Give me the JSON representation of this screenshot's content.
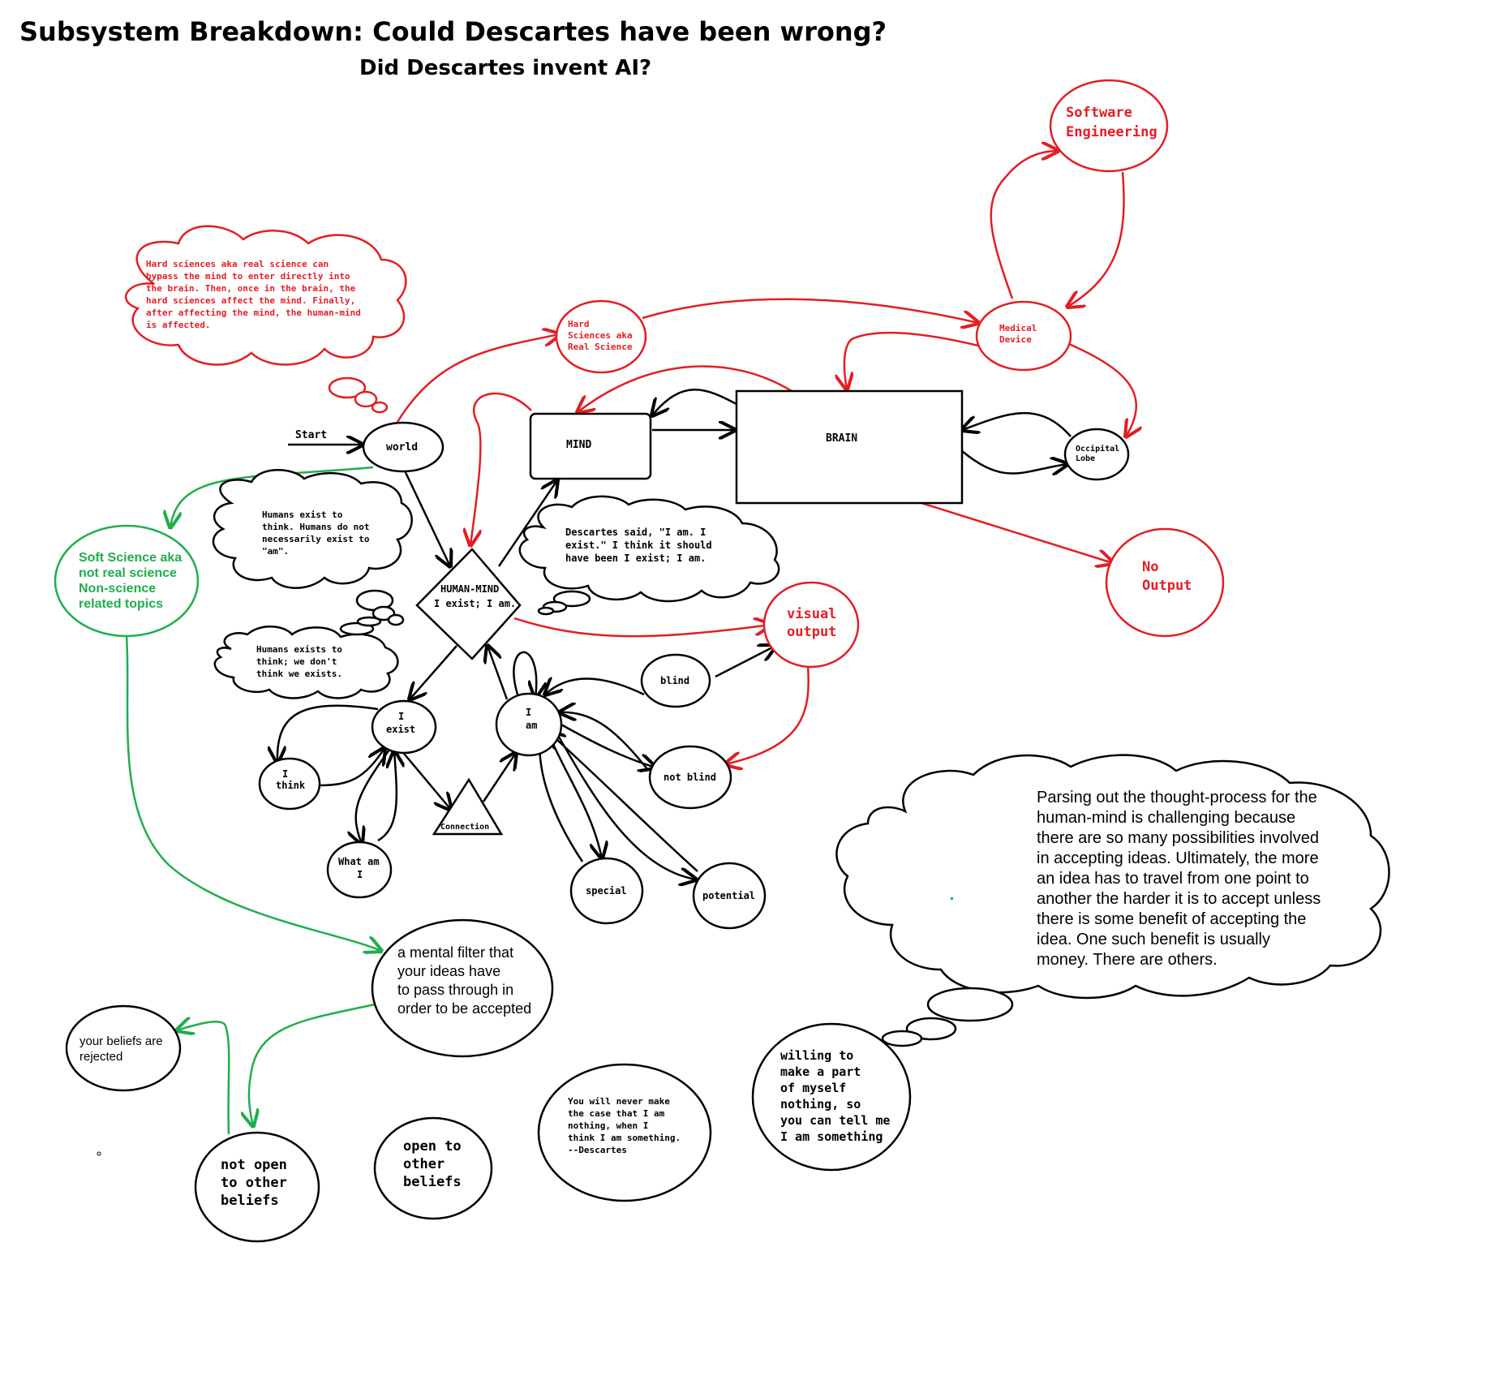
{
  "colors": {
    "black": "#000000",
    "red": "#e31e24",
    "green": "#1fae4b"
  },
  "title": "Subsystem Breakdown: Could Descartes have been wrong?",
  "subtitle": "Did Descartes invent AI?",
  "nodes": {
    "start": "Start",
    "world": "world",
    "mind": "MIND",
    "brain": "BRAIN",
    "occipital": [
      "Occipital",
      "Lobe"
    ],
    "human_mind": [
      "HUMAN-MIND",
      "I exist; I am."
    ],
    "hard_sciences": [
      "Hard",
      "Sciences aka",
      "Real Science"
    ],
    "medical_device": [
      "Medical",
      "Device"
    ],
    "software_engineering": [
      "Software",
      "Engineering"
    ],
    "no_output": [
      "No",
      "Output"
    ],
    "visual_output": [
      "visual",
      "output"
    ],
    "soft_science": [
      "Soft Science aka",
      "not real science",
      "Non-science",
      "related topics"
    ],
    "i_exist": [
      "I",
      "exist"
    ],
    "i_am": [
      "I",
      "am"
    ],
    "i_think": [
      "I",
      "think"
    ],
    "what_am_i": [
      "What am",
      "I"
    ],
    "connection": "Connection",
    "blind": "blind",
    "not_blind": "not blind",
    "special": "special",
    "potential": "potential",
    "mental_filter": [
      "a mental filter that",
      "your ideas have",
      "to pass through in",
      "order to be accepted"
    ],
    "beliefs_rejected": [
      "your beliefs are",
      "rejected"
    ],
    "not_open": [
      "not open",
      "to other",
      "beliefs"
    ],
    "open": [
      "open to",
      "other",
      "beliefs"
    ],
    "quote_descartes": [
      "You will never make",
      "the case that I am",
      "nothing, when I",
      "think I am something.",
      " --Descartes"
    ],
    "willing": [
      "willing to",
      "make a part",
      "of myself",
      "nothing, so",
      "you can tell me",
      "I am something"
    ]
  },
  "clouds": {
    "hard_sciences_note": [
      "Hard sciences aka real science can",
      "bypass the mind to enter directly into",
      "the brain. Then, once in the brain, the",
      "hard sciences affect the mind. Finally,",
      "after affecting the mind, the human-mind",
      "is affected."
    ],
    "humans_exist": [
      "Humans exist to",
      "think. Humans do not",
      "necessarily exist to",
      "\"am\"."
    ],
    "descartes_said": [
      "Descartes said, \"I am. I",
      "exist.\" I think it should",
      "have been I exist; I am."
    ],
    "humans_exists": [
      "Humans exists to",
      "think; we don't",
      "think we exists."
    ],
    "parsing": [
      "Parsing out the thought-process for the",
      "human-mind is challenging because",
      "there are so many possibilities involved",
      "in accepting ideas. Ultimately, the more",
      "an idea has to travel from one point to",
      "another the harder it is to accept unless",
      "there is some benefit of accepting the",
      "idea. One such benefit is usually",
      "money. There are others."
    ]
  }
}
